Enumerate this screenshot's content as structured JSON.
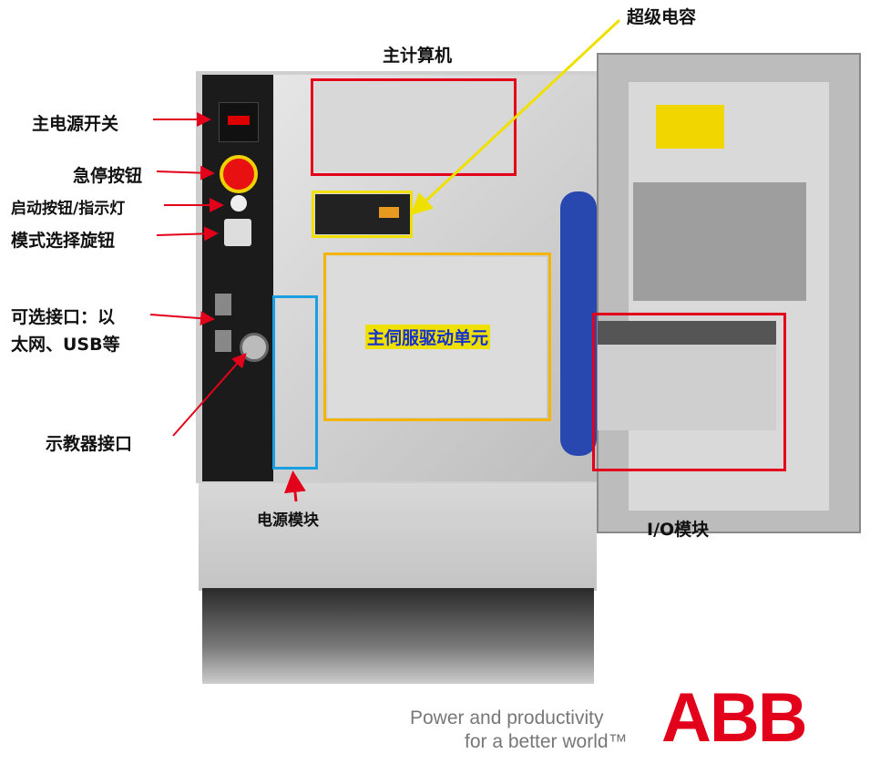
{
  "labels": {
    "supercap": "超级电容",
    "main_computer": "主计算机",
    "main_power_switch": "主电源开关",
    "emergency_stop": "急停按钮",
    "start_button": "启动按钮/指示灯",
    "mode_selector": "模式选择旋钮",
    "optional_interface_1": "可选接口：以",
    "optional_interface_2": "太网、USB等",
    "teach_pendant_port": "示教器接口",
    "power_module": "电源模块",
    "main_servo_drive": "主伺服驱动单元",
    "io_module": "I/O模块"
  },
  "branding": {
    "slogan_1": "Power and productivity",
    "slogan_2": "for a better world™",
    "logo": "ABB"
  },
  "colors": {
    "red": "#e3001b",
    "yellow": "#f0e000",
    "orange": "#f5b400",
    "blue": "#1aa0e0",
    "servo_label_text": "#1430d0"
  }
}
